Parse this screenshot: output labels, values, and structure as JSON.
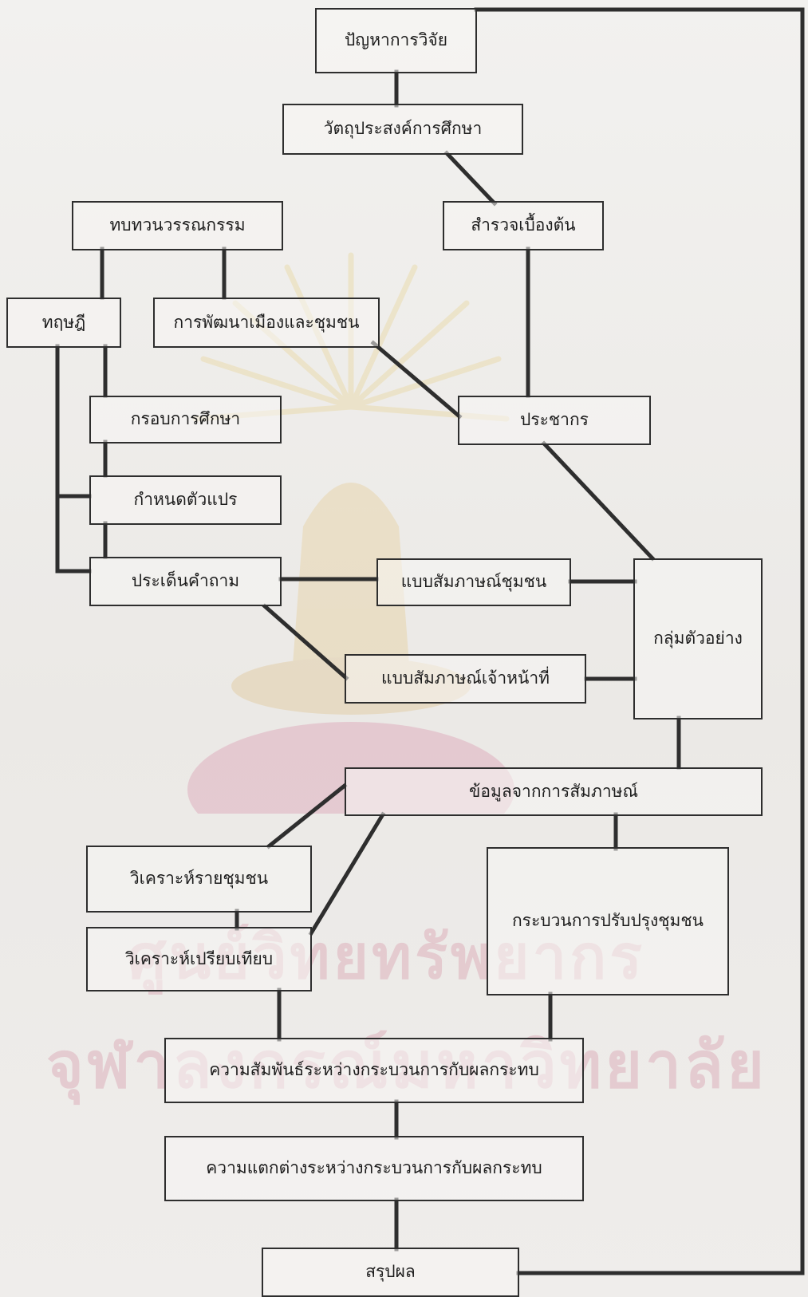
{
  "diagram": {
    "nodes": [
      {
        "id": "research-problem",
        "label": "ปัญหาการวิจัย"
      },
      {
        "id": "study-objectives",
        "label": "วัตถุประสงค์การศึกษา"
      },
      {
        "id": "literature-review",
        "label": "ทบทวนวรรณกรรม"
      },
      {
        "id": "preliminary-survey",
        "label": "สำรวจเบื้องต้น"
      },
      {
        "id": "theory",
        "label": "ทฤษฎี"
      },
      {
        "id": "urban-community-development",
        "label": "การพัฒนาเมืองและชุมชน"
      },
      {
        "id": "study-framework",
        "label": "กรอบการศึกษา"
      },
      {
        "id": "population",
        "label": "ประชากร"
      },
      {
        "id": "define-variables",
        "label": "กำหนดตัวแปร"
      },
      {
        "id": "question-issues",
        "label": "ประเด็นคำถาม"
      },
      {
        "id": "community-interview-form",
        "label": "แบบสัมภาษณ์ชุมชน"
      },
      {
        "id": "sample-group",
        "label": "กลุ่มตัวอย่าง"
      },
      {
        "id": "officer-interview-form",
        "label": "แบบสัมภาษณ์เจ้าหน้าที่"
      },
      {
        "id": "interview-data",
        "label": "ข้อมูลจากการสัมภาษณ์"
      },
      {
        "id": "per-community-analysis",
        "label": "วิเคราะห์รายชุมชน"
      },
      {
        "id": "comparative-analysis",
        "label": "วิเคราะห์เปรียบเทียบ"
      },
      {
        "id": "community-improvement-process",
        "label": "กระบวนการปรับปรุงชุมชน"
      },
      {
        "id": "process-impact-relationship",
        "label": "ความสัมพันธ์ระหว่างกระบวนการกับผลกระทบ"
      },
      {
        "id": "process-impact-difference",
        "label": "ความแตกต่างระหว่างกระบวนการกับผลกระทบ"
      },
      {
        "id": "conclusion",
        "label": "สรุปผล"
      }
    ],
    "edges": [
      [
        "research-problem",
        "study-objectives"
      ],
      [
        "study-objectives",
        "preliminary-survey"
      ],
      [
        "literature-review",
        "theory"
      ],
      [
        "literature-review",
        "urban-community-development"
      ],
      [
        "preliminary-survey",
        "population"
      ],
      [
        "urban-community-development",
        "population"
      ],
      [
        "theory",
        "study-framework"
      ],
      [
        "study-framework",
        "define-variables"
      ],
      [
        "define-variables",
        "question-issues"
      ],
      [
        "theory",
        "question-issues"
      ],
      [
        "question-issues",
        "community-interview-form"
      ],
      [
        "question-issues",
        "officer-interview-form"
      ],
      [
        "population",
        "sample-group"
      ],
      [
        "community-interview-form",
        "sample-group"
      ],
      [
        "officer-interview-form",
        "sample-group"
      ],
      [
        "sample-group",
        "interview-data"
      ],
      [
        "interview-data",
        "per-community-analysis"
      ],
      [
        "interview-data",
        "comparative-analysis"
      ],
      [
        "interview-data",
        "community-improvement-process"
      ],
      [
        "per-community-analysis",
        "comparative-analysis"
      ],
      [
        "comparative-analysis",
        "process-impact-relationship"
      ],
      [
        "community-improvement-process",
        "process-impact-relationship"
      ],
      [
        "process-impact-relationship",
        "process-impact-difference"
      ],
      [
        "process-impact-difference",
        "conclusion"
      ],
      [
        "conclusion",
        "research-problem"
      ]
    ]
  },
  "watermark": {
    "line1": "ศูนย์วิทยทรัพยากร",
    "line2": "จุฬาลงกรณ์มหาวิทยาลัย"
  }
}
